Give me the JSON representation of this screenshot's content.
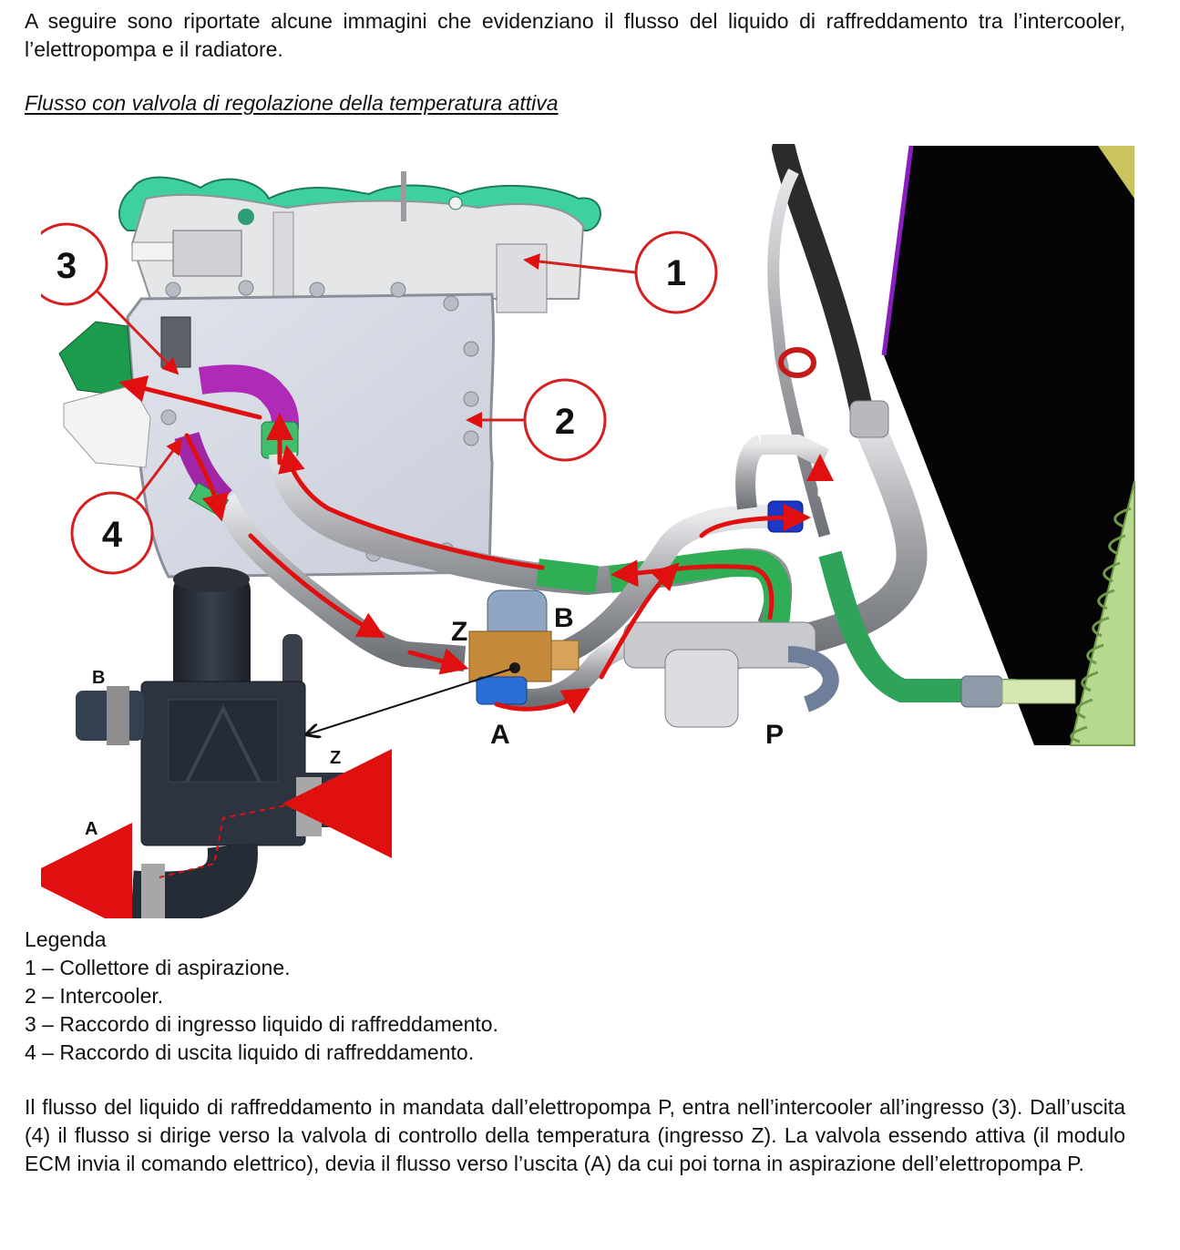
{
  "intro": "A seguire sono riportate alcune immagini che evidenziano il flusso del liquido di raffreddamento tra l’intercooler, l’elettropompa e il radiatore.",
  "section_title": "Flusso con valvola di regolazione della temperatura attiva",
  "figure": {
    "callouts": [
      "1",
      "2",
      "3",
      "4"
    ],
    "port_labels": {
      "z": "Z",
      "b": "B",
      "a": "A",
      "p": "P",
      "detail_b": "B",
      "detail_z": "Z",
      "detail_a": "A"
    },
    "colors": {
      "callout": "#d42020",
      "flow_arrow": "#e01010",
      "gasket": "#3fd0a0",
      "intercooler": "#d9dde6",
      "pipe": "#a7a9ad",
      "green_hose": "#23a94a",
      "purple_hose": "#b02ab8",
      "radiator": "#050505",
      "radiator_edge": "#8a1fc0",
      "valve_body": "#c58a3a",
      "valve_blue": "#2a6fd6",
      "detail_valve": "#2d3440"
    }
  },
  "legend": {
    "title": "Legenda",
    "items": [
      "1 – Collettore di aspirazione.",
      "2 – Intercooler.",
      "3 – Raccordo di ingresso liquido di raffreddamento.",
      "4 – Raccordo di uscita liquido di raffreddamento."
    ]
  },
  "body_text": "Il flusso del liquido di raffreddamento in mandata dall’elettropompa P, entra nell’intercooler all’ingresso (3). Dall’uscita (4) il flusso si dirige verso la valvola di controllo della temperatura (ingresso Z). La valvola essendo attiva (il modulo ECM invia il comando elettrico), devia il flusso verso l’uscita (A) da cui poi torna in aspirazione dell’elettropompa P."
}
